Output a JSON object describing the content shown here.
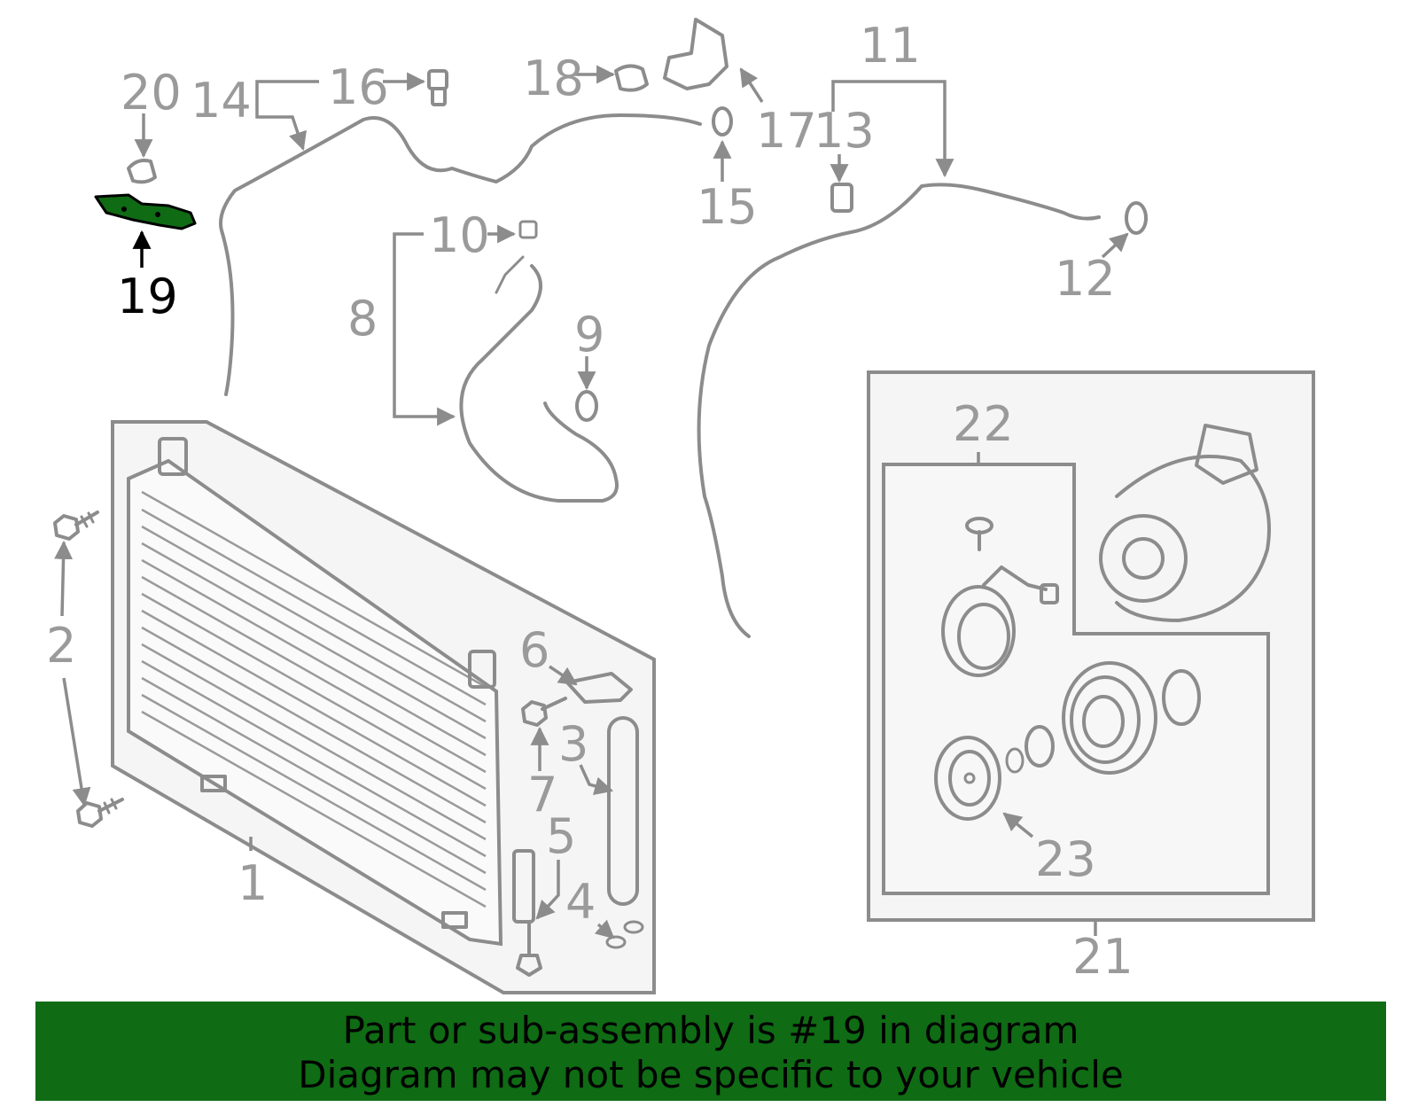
{
  "diagram": {
    "highlighted_part": "19",
    "highlight_color": "#0f6b14",
    "callouts": {
      "c1": "1",
      "c2": "2",
      "c3": "3",
      "c4": "4",
      "c5": "5",
      "c6": "6",
      "c7": "7",
      "c8": "8",
      "c9": "9",
      "c10": "10",
      "c11": "11",
      "c12": "12",
      "c13": "13",
      "c14": "14",
      "c15": "15",
      "c16": "16",
      "c17": "17",
      "c18": "18",
      "c19": "19",
      "c20": "20",
      "c21": "21",
      "c22": "22",
      "c23": "23"
    }
  },
  "footer": {
    "line1": "Part or sub-assembly is #19 in diagram",
    "line2": "Diagram may not be specific to your vehicle",
    "background": "#0f6b14"
  }
}
